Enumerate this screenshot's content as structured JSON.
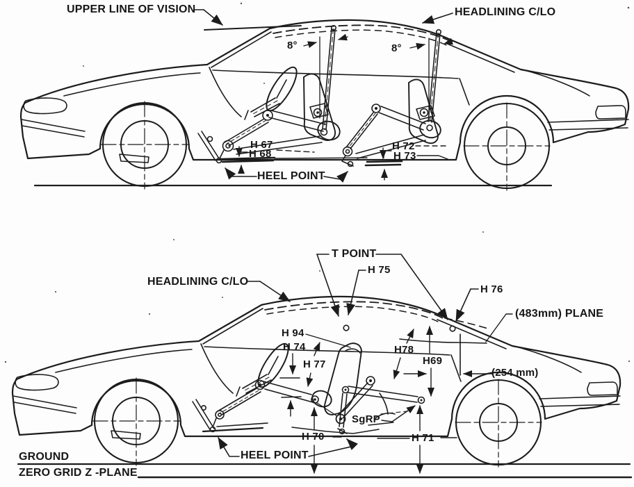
{
  "figure": {
    "description": "Automobile occupant packaging side-view drawing with H-point dimension callouts, two views",
    "ink_color": "#1c1c1c",
    "paper_color": "#fdfdfd",
    "top_view": {
      "callouts": {
        "upper_line_of_vision": "UPPER LINE OF VISION",
        "headlining": "HEADLINING C/LO",
        "angle_front": "8°",
        "angle_rear": "8°",
        "h67": "H 67",
        "h68": "H 68",
        "h72": "H 72",
        "h73": "H 73",
        "heel_point": "HEEL POINT"
      }
    },
    "bottom_view": {
      "callouts": {
        "t_point": "T POINT",
        "h75": "H 75",
        "h76": "H 76",
        "headlining": "HEADLINING C/LO",
        "plane_483": "(483mm) PLANE",
        "h94": "H 94",
        "h74": "H 74",
        "h77": "H 77",
        "h78": "H78",
        "h69": "H69",
        "mm_254": "(254 mm)",
        "sgrp": "SgRP",
        "h70": "H 70",
        "h71": "H 71",
        "heel_point": "HEEL POINT",
        "ground": "GROUND",
        "zero_grid_z_plane": "ZERO GRID Z -PLANE"
      }
    }
  }
}
